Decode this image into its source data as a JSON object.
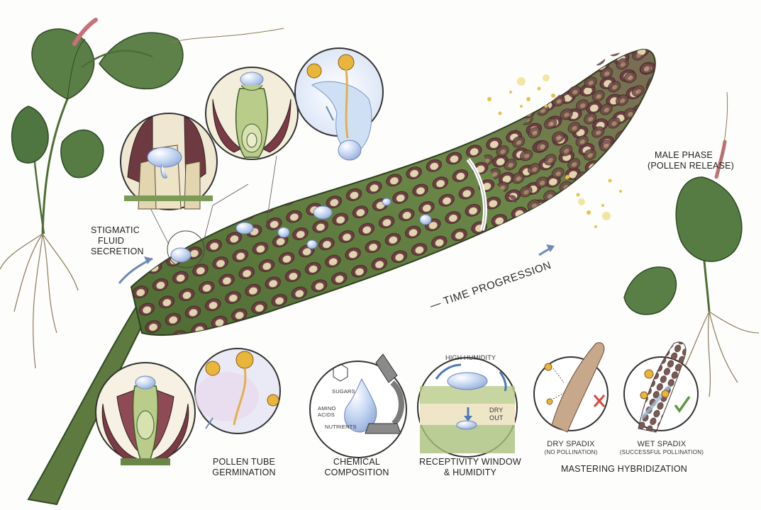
{
  "labels": {
    "stigmatic_fluid": [
      "STIGMATIC",
      "FLUID",
      "SECRETION"
    ],
    "male_phase": [
      "MALE PHASE",
      "(POLLEN RELEASE)"
    ],
    "time_progression": "— TIME PROGRESSION",
    "pollen_tube": [
      "POLLEN TUBE",
      "GERMINATION"
    ],
    "chemical": [
      "CHEMICAL",
      "COMPOSITION"
    ],
    "chem_sugars": "SUGARS",
    "chem_amino": [
      "AMINO",
      "ACIDS"
    ],
    "chem_nutrients": "NUTRIENTS",
    "receptivity": [
      "RECEPTIVITY WINDOW",
      "& HUMIDITY"
    ],
    "high_humidity": "HIGH HUMIDITY",
    "dry_out": [
      "DRY",
      "OUT"
    ],
    "dry_spadix": [
      "DRY SPADIX",
      "(NO POLLINATION)"
    ],
    "wet_spadix": [
      "WET SPADIX",
      "(SUCCESSFUL POLLINATION)"
    ],
    "mastering": "MASTERING HYBRIDIZATION"
  },
  "colors": {
    "spadix_green": "#5f7a3f",
    "spadix_dark": "#3f5a2c",
    "tip_purple": "#7a5a52",
    "floret_maroon": "#7b3b46",
    "floret_cream": "#e8dcb8",
    "fluid_blue": "#b7cfee",
    "pollen_yellow": "#e8b63a",
    "leaf_green": "#557a45",
    "check_green": "#5a9a3a",
    "cross_red": "#d64a3a"
  }
}
